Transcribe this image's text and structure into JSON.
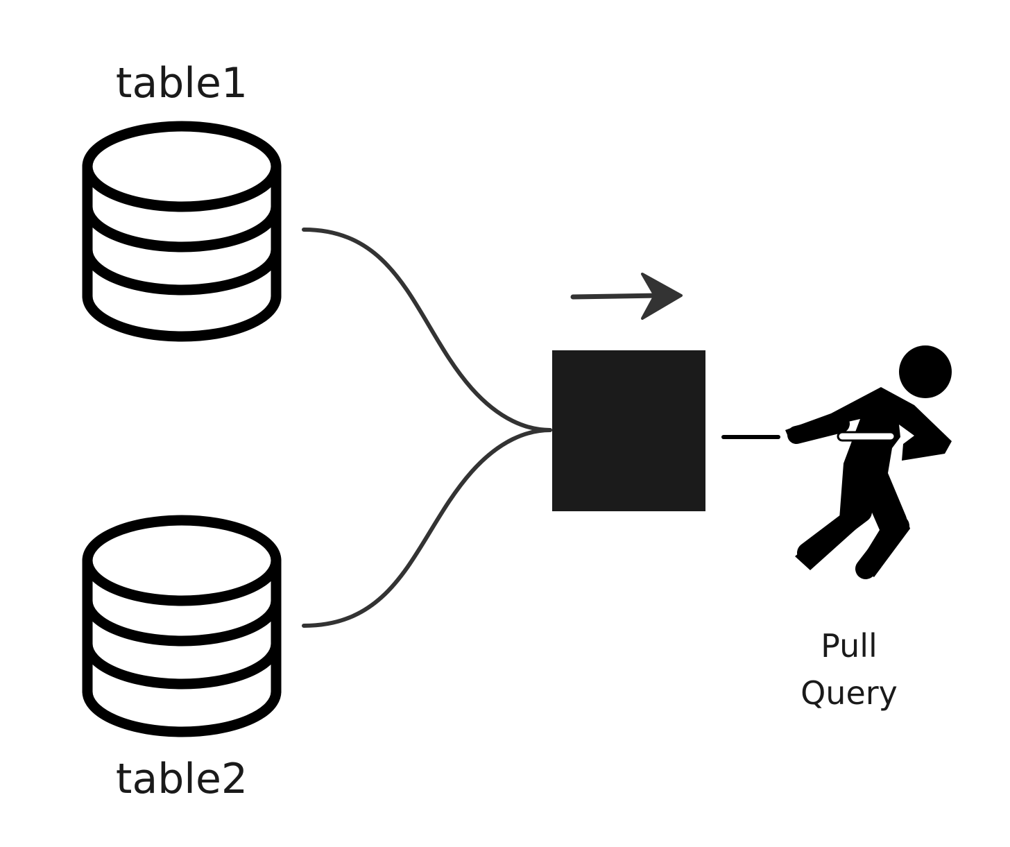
{
  "diagram": {
    "source_tables": [
      {
        "label": "table1",
        "icon": "database-icon"
      },
      {
        "label": "table2",
        "icon": "database-icon"
      }
    ],
    "node": {
      "icon": "black-square"
    },
    "direction_icon": "arrow-right-icon",
    "actor": {
      "icon": "person-pulling-icon",
      "label_line1": "Pull",
      "label_line2": "Query"
    },
    "colors": {
      "background": "#ffffff",
      "stroke": "#000000",
      "connector": "#333333",
      "node_fill": "#1b1b1b",
      "text": "#1a1a1a"
    }
  }
}
